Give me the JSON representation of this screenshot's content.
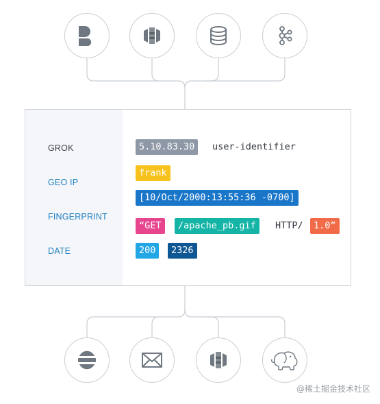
{
  "stages": [
    {
      "label": "GROK",
      "color": "#3a3f45"
    },
    {
      "label": "GEO IP",
      "color": "#1f7fc0"
    },
    {
      "label": "FINGERPRINT",
      "color": "#1f7fc0"
    },
    {
      "label": "DATE",
      "color": "#1f7fc0"
    }
  ],
  "log": {
    "ip": "5.10.83.30",
    "identity": "user-identifier",
    "user": "frank",
    "timestamp": "[10/Oct/2000:13:55:36 -0700]",
    "method": "“GET",
    "path": "/apache_pb.gif",
    "protocol": "HTTP/",
    "version": "1.0”",
    "status": "200",
    "bytes": "2326"
  },
  "token_colors": {
    "ip": "#8f98a6",
    "user": "#f7c21b",
    "timestamp": "#1a76c9",
    "method": "#e8458f",
    "path": "#14b4a6",
    "version": "#f26b48",
    "status": "#22a6e6",
    "bytes": "#0f5793"
  },
  "inputs": [
    {
      "icon": "beats-icon"
    },
    {
      "icon": "aws-icon"
    },
    {
      "icon": "database-icon"
    },
    {
      "icon": "kafka-icon"
    }
  ],
  "outputs": [
    {
      "icon": "elasticsearch-icon"
    },
    {
      "icon": "mail-icon"
    },
    {
      "icon": "aws-icon"
    },
    {
      "icon": "hadoop-icon"
    }
  ],
  "watermark": "@稀土掘金技术社区"
}
